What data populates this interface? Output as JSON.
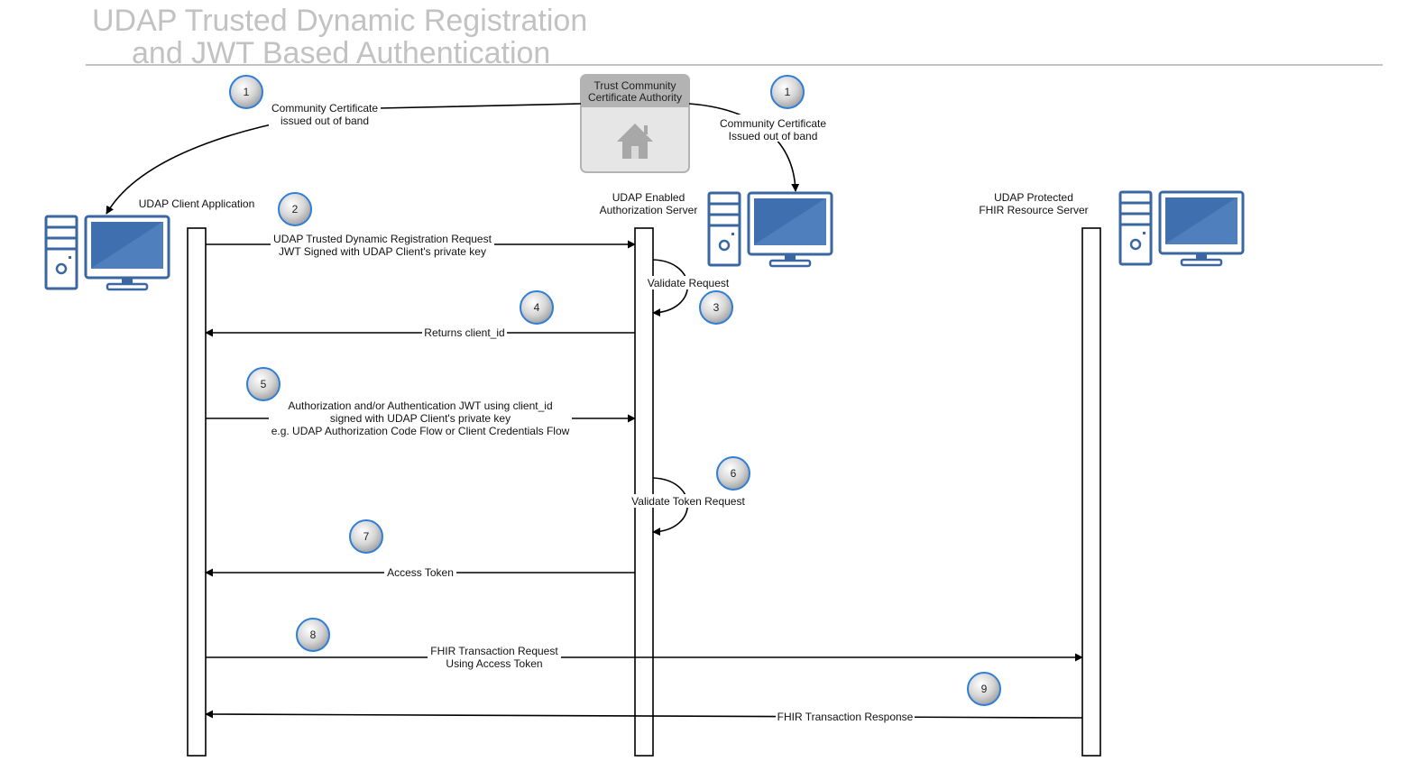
{
  "title": {
    "line1": "UDAP Trusted Dynamic Registration",
    "line2": "and JWT Based Authentication"
  },
  "trust_ca": {
    "line1": "Trust Community",
    "line2": "Certificate Authority",
    "icon": "house-icon"
  },
  "participants": {
    "client": {
      "line1": "UDAP Client Application",
      "icon": "computer-icon"
    },
    "auth_server": {
      "line1": "UDAP Enabled",
      "line2": "Authorization Server",
      "icon": "computer-icon"
    },
    "resource_server": {
      "line1": "UDAP Protected",
      "line2": "FHIR Resource Server",
      "icon": "computer-icon"
    }
  },
  "cert_left": {
    "line1": "Community Certificate",
    "line2": "issued out of band"
  },
  "cert_right": {
    "line1": "Community Certificate",
    "line2": "Issued out of band"
  },
  "messages": {
    "m2": {
      "line1": "UDAP Trusted Dynamic Registration Request",
      "line2": "JWT Signed with UDAP Client's private key"
    },
    "m3": {
      "line1": "Validate Request"
    },
    "m4": {
      "line1": "Returns client_id"
    },
    "m5": {
      "line1": "Authorization and/or Authentication JWT using client_id",
      "line2": "signed with UDAP Client's private key",
      "line3": "e.g. UDAP Authorization Code Flow or Client Credentials Flow"
    },
    "m6": {
      "line1": "Validate Token Request"
    },
    "m7": {
      "line1": "Access Token"
    },
    "m8": {
      "line1": "FHIR Transaction Request",
      "line2": "Using Access Token"
    },
    "m9": {
      "line1": "FHIR Transaction Response"
    }
  },
  "badges": {
    "b1a": "1",
    "b1b": "1",
    "b2": "2",
    "b3": "3",
    "b4": "4",
    "b5": "5",
    "b6": "6",
    "b7": "7",
    "b8": "8",
    "b9": "9"
  },
  "colors": {
    "computer_blue": "#3a67a1",
    "screen_fill": "#3f6fae",
    "badge_ring": "#2f7ed8",
    "ca_header": "#b3b3b3",
    "ca_body": "#e6e6e6",
    "title_gray": "#c2c2c2"
  }
}
